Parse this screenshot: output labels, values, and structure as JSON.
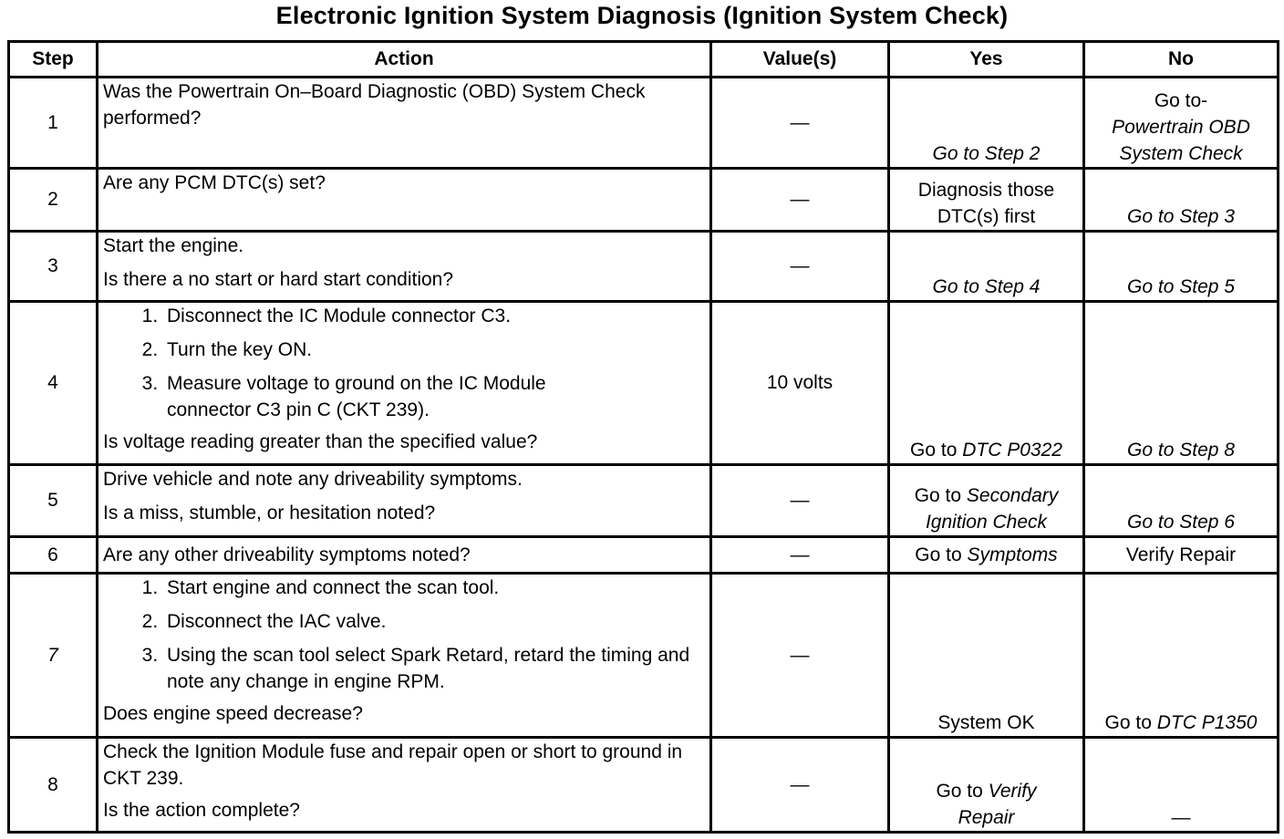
{
  "title": "Electronic Ignition System Diagnosis (Ignition System Check)",
  "headers": {
    "step": "Step",
    "action": "Action",
    "values": "Value(s)",
    "yes": "Yes",
    "no": "No"
  },
  "rows": [
    {
      "step": "1",
      "action": [
        "Was the Powertrain On–Board Diagnostic (OBD) System Check performed?"
      ],
      "value": "—",
      "yes": [
        {
          "text": "Go to Step 2",
          "italic": true
        }
      ],
      "no": [
        {
          "text": "Go to-",
          "italic": false
        },
        {
          "text": "Powertrain OBD System Check",
          "italic": true
        }
      ]
    },
    {
      "step": "2",
      "action": [
        "Are any PCM DTC(s) set?"
      ],
      "value": "—",
      "yes": [
        {
          "text": "Diagnosis those DTC(s) first",
          "italic": false
        }
      ],
      "no": [
        {
          "text": "Go to Step 3",
          "italic": true
        }
      ]
    },
    {
      "step": "3",
      "action": [
        "Start the engine.",
        "Is there a no start or hard start condition?"
      ],
      "value": "—",
      "yes": [
        {
          "text": "Go to Step 4",
          "italic": true
        }
      ],
      "no": [
        {
          "text": "Go to Step 5",
          "italic": true
        }
      ]
    },
    {
      "step": "4",
      "substeps": [
        "Disconnect the IC Module connector C3.",
        "Turn the key ON.",
        "Measure voltage to ground on the IC Module connector C3 pin C (CKT 239)."
      ],
      "action": [
        "Is voltage reading greater than the specified value?"
      ],
      "value": "10 volts",
      "yes": [
        {
          "text": "Go to ",
          "italic": false
        },
        {
          "text": "DTC P0322",
          "italic": true
        }
      ],
      "no": [
        {
          "text": "Go to Step 8",
          "italic": true
        }
      ]
    },
    {
      "step": "5",
      "action": [
        "Drive vehicle and note any driveability symptoms.",
        "Is a miss, stumble, or hesitation noted?"
      ],
      "value": "—",
      "yes": [
        {
          "text": "Go to ",
          "italic": false
        },
        {
          "text": "Secondary Ignition Check",
          "italic": true
        }
      ],
      "no": [
        {
          "text": "Go to Step 6",
          "italic": true
        }
      ]
    },
    {
      "step": "6",
      "action": [
        "Are any other driveability symptoms noted?"
      ],
      "value": "—",
      "yes": [
        {
          "text": "Go to ",
          "italic": false
        },
        {
          "text": "Symptoms",
          "italic": true
        }
      ],
      "no": [
        {
          "text": "Verify Repair",
          "italic": false
        }
      ]
    },
    {
      "step": "7",
      "substeps": [
        "Start engine and connect the scan tool.",
        "Disconnect the IAC valve.",
        "Using the scan tool select Spark Retard, retard the timing and note any change in engine RPM."
      ],
      "action": [
        "Does engine speed decrease?"
      ],
      "value": "—",
      "yes": [
        {
          "text": "System OK",
          "italic": false
        }
      ],
      "no": [
        {
          "text": "Go to ",
          "italic": false
        },
        {
          "text": "DTC P1350",
          "italic": true
        }
      ]
    },
    {
      "step": "8",
      "action": [
        "Check the Ignition Module fuse and repair open or short to ground in CKT 239.",
        "Is the action complete?"
      ],
      "value": "—",
      "yes": [
        {
          "text": "Go to ",
          "italic": false
        },
        {
          "text": "Verify Repair",
          "italic": true
        }
      ],
      "no": [
        {
          "text": "—",
          "italic": false
        }
      ]
    }
  ]
}
